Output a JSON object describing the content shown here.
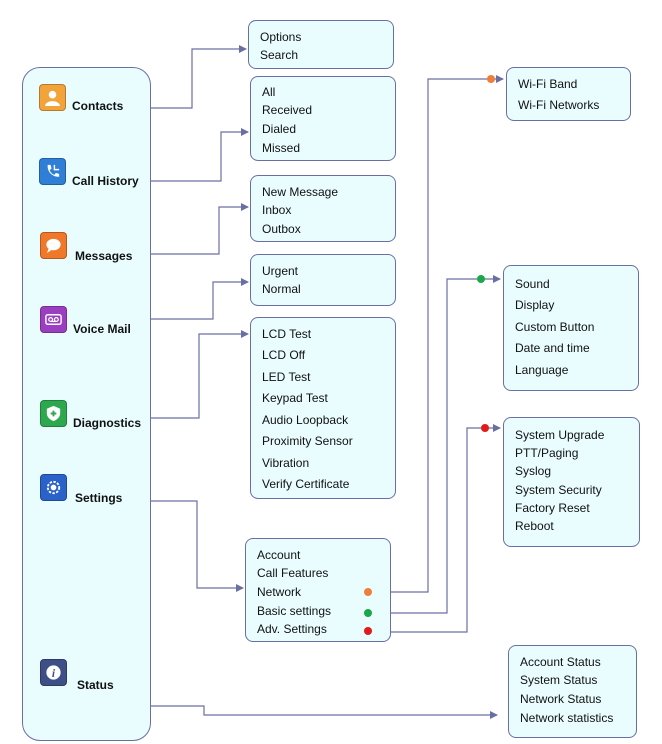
{
  "sidebar": {
    "items": [
      {
        "label": "Contacts",
        "icon": "contacts-icon",
        "color": "#f2a43a"
      },
      {
        "label": "Call History",
        "icon": "call-history-icon",
        "color": "#2f7fd6"
      },
      {
        "label": "Messages",
        "icon": "messages-icon",
        "color": "#f0782a"
      },
      {
        "label": "Voice Mail",
        "icon": "voicemail-icon",
        "color": "#9b3fc2"
      },
      {
        "label": "Diagnostics",
        "icon": "diagnostics-icon",
        "color": "#2ea84e"
      },
      {
        "label": "Settings",
        "icon": "settings-icon",
        "color": "#2a62c9"
      },
      {
        "label": "Status",
        "icon": "status-icon",
        "color": "#3d4f86"
      }
    ]
  },
  "boxes": {
    "contacts": [
      "Options",
      "Search"
    ],
    "call_history": [
      "All",
      "Received",
      "Dialed",
      "Missed"
    ],
    "messages": [
      "New Message",
      "Inbox",
      "Outbox"
    ],
    "voice_mail": [
      "Urgent",
      "Normal"
    ],
    "diagnostics": [
      "LCD Test",
      "LCD Off",
      "LED Test",
      "Keypad Test",
      "Audio Loopback",
      "Proximity Sensor",
      "Vibration",
      "Verify Certificate"
    ],
    "settings": [
      "Account",
      "Call Features",
      "Network",
      "Basic settings",
      "Adv. Settings"
    ],
    "network": [
      "Wi-Fi Band",
      "Wi-Fi Networks"
    ],
    "basic": [
      "Sound",
      "Display",
      "Custom Button",
      "Date and time",
      "Language"
    ],
    "advanced": [
      "System Upgrade",
      "PTT/Paging",
      "Syslog",
      "System Security",
      "Factory Reset",
      "Reboot"
    ],
    "status": [
      "Account Status",
      "System Status",
      "Network Status",
      "Network statistics"
    ]
  },
  "colors": {
    "network_dot": "#f07d3a",
    "basic_dot": "#1aa84a",
    "advanced_dot": "#e21a1a",
    "box_fill": "#e9fdff",
    "line": "#6a6fa3"
  }
}
